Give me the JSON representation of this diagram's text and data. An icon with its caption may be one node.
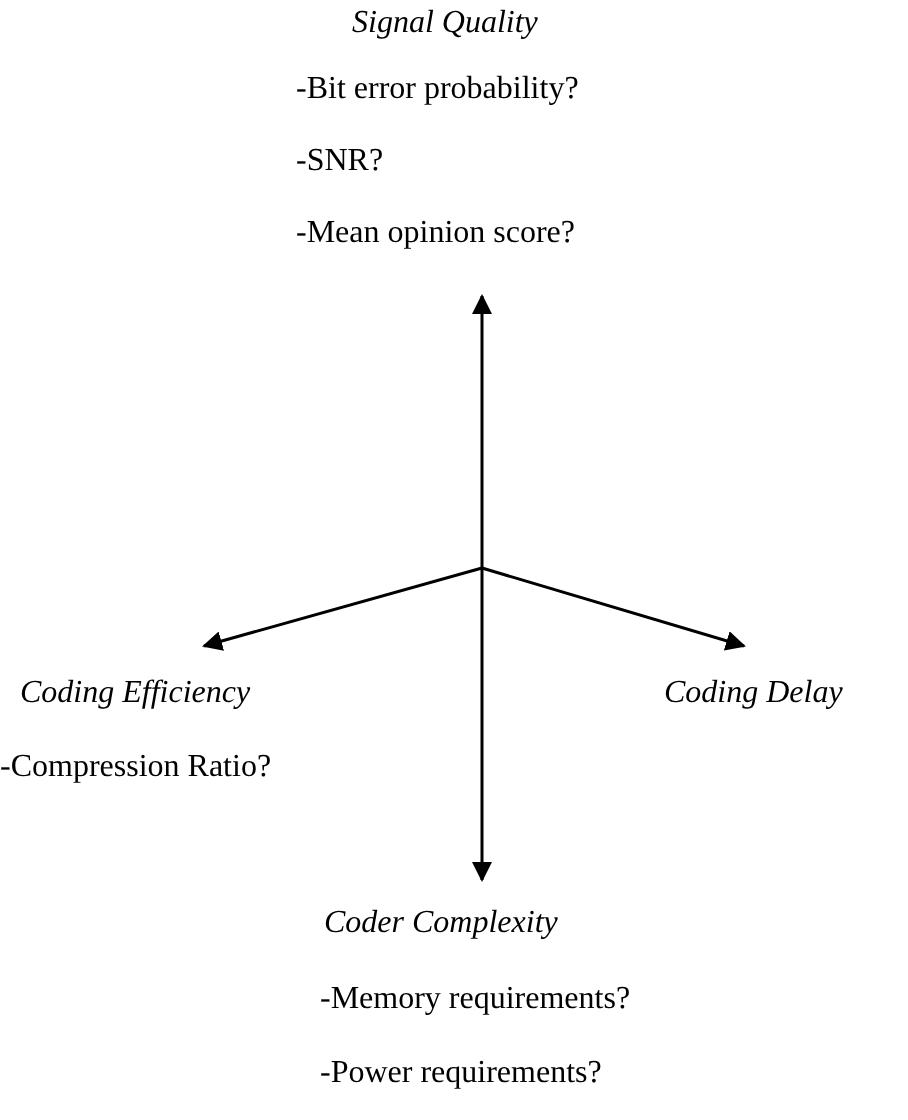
{
  "diagram": {
    "nodes": [
      {
        "text": [
          "Signal Quality",
          "-Bit error probability?",
          "-SNR?",
          "-Mean opinion score?"
        ]
      },
      {
        "text": [
          "Coding Efficiency",
          "-Compression Ratio?"
        ]
      },
      {
        "text": [
          "Coding Delay"
        ]
      },
      {
        "text": [
          "Coder Complexity",
          "-Memory requirements?",
          "-Power requirements?"
        ]
      }
    ],
    "edges": [
      {
        "from": null,
        "to": 0,
        "arrow": "to"
      },
      {
        "from": null,
        "to": 1,
        "arrow": "to"
      },
      {
        "from": null,
        "to": 2,
        "arrow": "to"
      },
      {
        "from": null,
        "to": 3,
        "arrow": "to"
      }
    ]
  }
}
